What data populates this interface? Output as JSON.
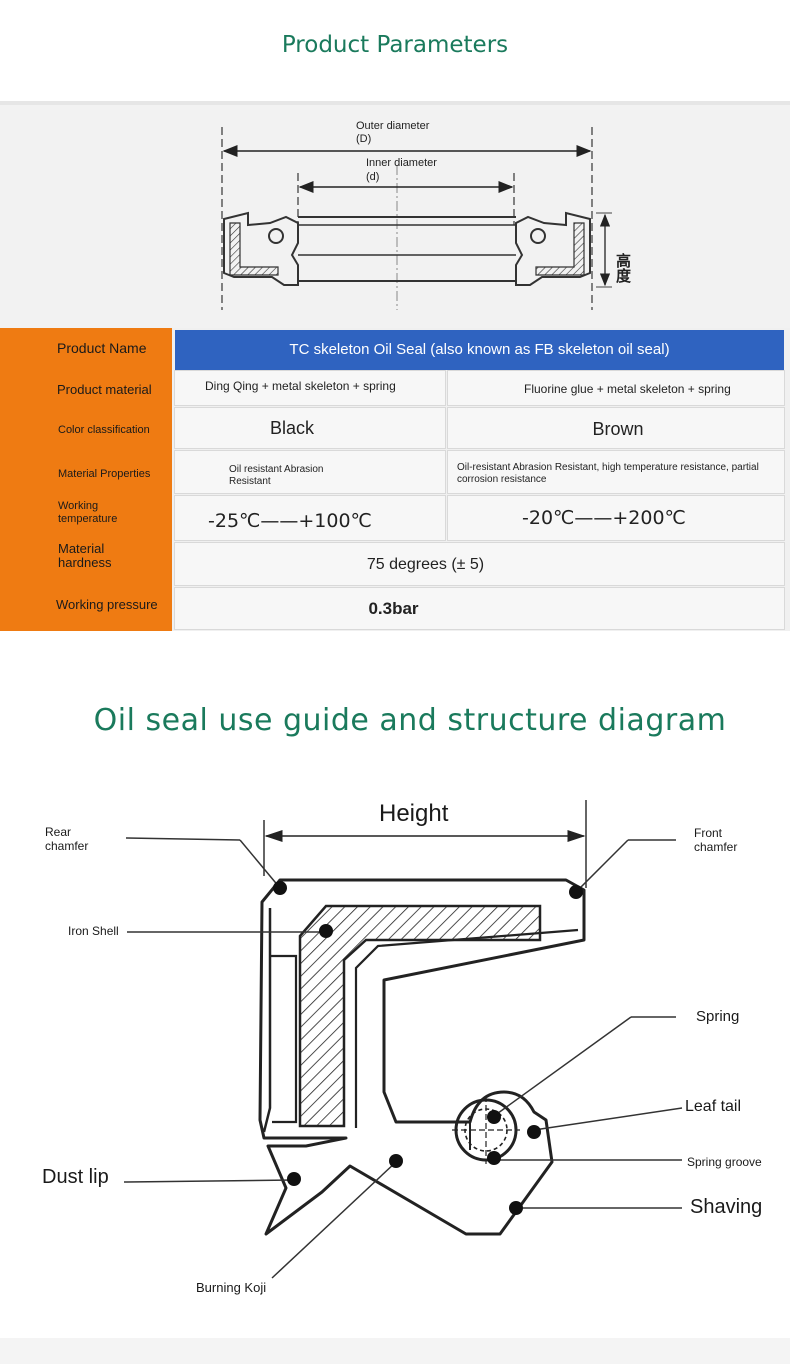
{
  "section1": {
    "title": "Product Parameters"
  },
  "top_diagram": {
    "outer": "Outer diameter",
    "outer_sym": "(D)",
    "inner": "Inner diameter",
    "inner_sym": "(d)",
    "height_cn": "高度"
  },
  "table": {
    "rows": {
      "name": "Product Name",
      "material": "Product material",
      "color": "Color classification",
      "props": "Material Properties",
      "temp": "Working temperature",
      "hardness": "Material hardness",
      "pressure": "Working pressure"
    },
    "header": "TC skeleton Oil Seal (also known as FB skeleton oil seal)",
    "material_a": "Ding Qing + metal skeleton + spring",
    "material_b": "Fluorine glue + metal skeleton + spring",
    "color_a": "Black",
    "color_b": "Brown",
    "props_a": "Oil resistant Abrasion Resistant",
    "props_b": "Oil-resistant Abrasion Resistant, high temperature resistance, partial corrosion resistance",
    "temp_a": "-25℃——+100℃",
    "temp_b": "-20℃——+200℃",
    "hardness": "75 degrees (± 5)",
    "pressure": "0.3bar"
  },
  "section2": {
    "title": "Oil seal use guide and structure diagram"
  },
  "structure": {
    "height": "Height",
    "rear_chamfer": "Rear chamfer",
    "front_chamfer": "Front chamfer",
    "iron_shell": "Iron Shell",
    "spring": "Spring",
    "leaf_tail": "Leaf tail",
    "spring_groove": "Spring groove",
    "dust_lip": "Dust lip",
    "shaving": "Shaving",
    "burning_koji": "Burning Koji"
  }
}
